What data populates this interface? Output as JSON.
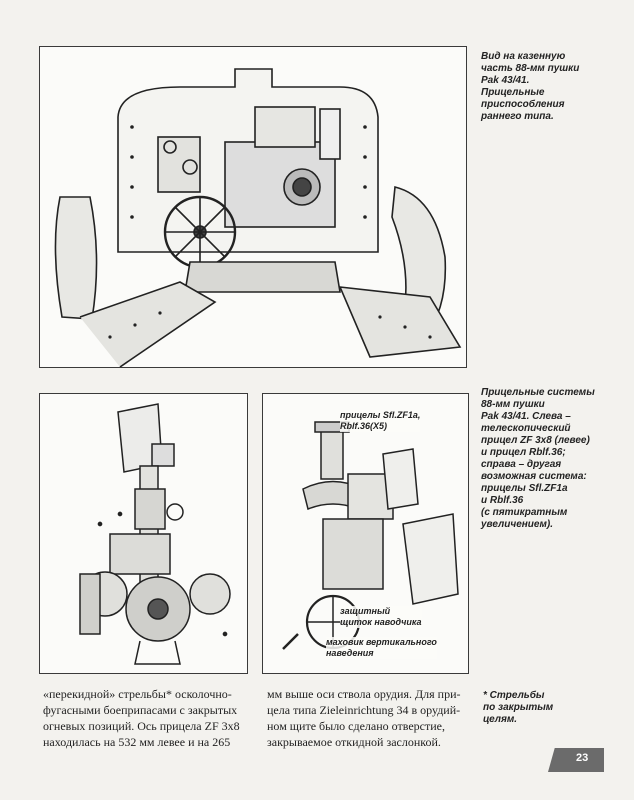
{
  "captions": {
    "top": [
      "Вид на казенную",
      "часть 88-мм пушки",
      "Pak 43/41.",
      "Прицельные",
      "приспособления",
      "раннего типа."
    ],
    "bottom": [
      "Прицельные системы",
      "88-мм пушки",
      "Pak 43/41. Слева –",
      "телескопический",
      "прицел ZF 3x8 (левее)",
      "и прицел Rblf.36;",
      "справа – другая",
      "возможная система:",
      "прицелы Sfl.ZF1a",
      "и Rblf.36",
      "(с пятикратным",
      "увеличением)."
    ]
  },
  "labels": {
    "sights": [
      "прицелы Sfl.ZF1a,",
      "Rblf.36(X5)"
    ],
    "shield": [
      "защитный",
      "щиток наводчика"
    ],
    "wheel": [
      "маховик вертикального",
      "наведения"
    ]
  },
  "body_text": {
    "col1": [
      "«перекидной» стрельбы* осколочно-",
      "фугасными боеприпасами с закрытых",
      "огневых позиций. Ось прицела ZF 3x8",
      "находилась на 532 мм левее и на 265"
    ],
    "col2": [
      "мм выше оси ствола орудия. Для при-",
      "цела типа Zieleinrichtung 34 в орудий-",
      "ном щите было сделано отверстие,",
      "закрываемое откидной заслонкой."
    ]
  },
  "footnote": [
    "* Стрельбы",
    "по закрытым",
    "целям."
  ],
  "page_number": "23"
}
